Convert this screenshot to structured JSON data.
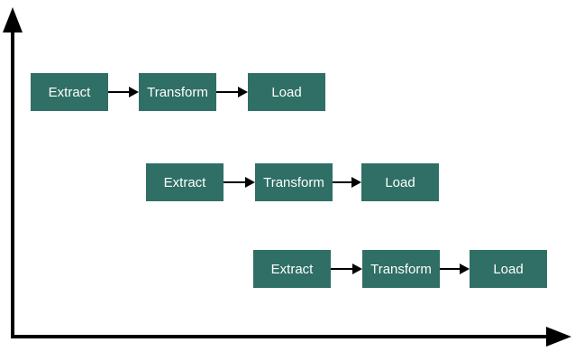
{
  "diagram": {
    "rows": [
      {
        "stages": [
          {
            "label": "Extract"
          },
          {
            "label": "Transform"
          },
          {
            "label": "Load"
          }
        ]
      },
      {
        "stages": [
          {
            "label": "Extract"
          },
          {
            "label": "Transform"
          },
          {
            "label": "Load"
          }
        ]
      },
      {
        "stages": [
          {
            "label": "Extract"
          },
          {
            "label": "Transform"
          },
          {
            "label": "Load"
          }
        ]
      }
    ],
    "colors": {
      "stage_fill": "#2f6f65",
      "stage_text": "#ffffff",
      "axis": "#000000",
      "background": "#ffffff"
    }
  }
}
